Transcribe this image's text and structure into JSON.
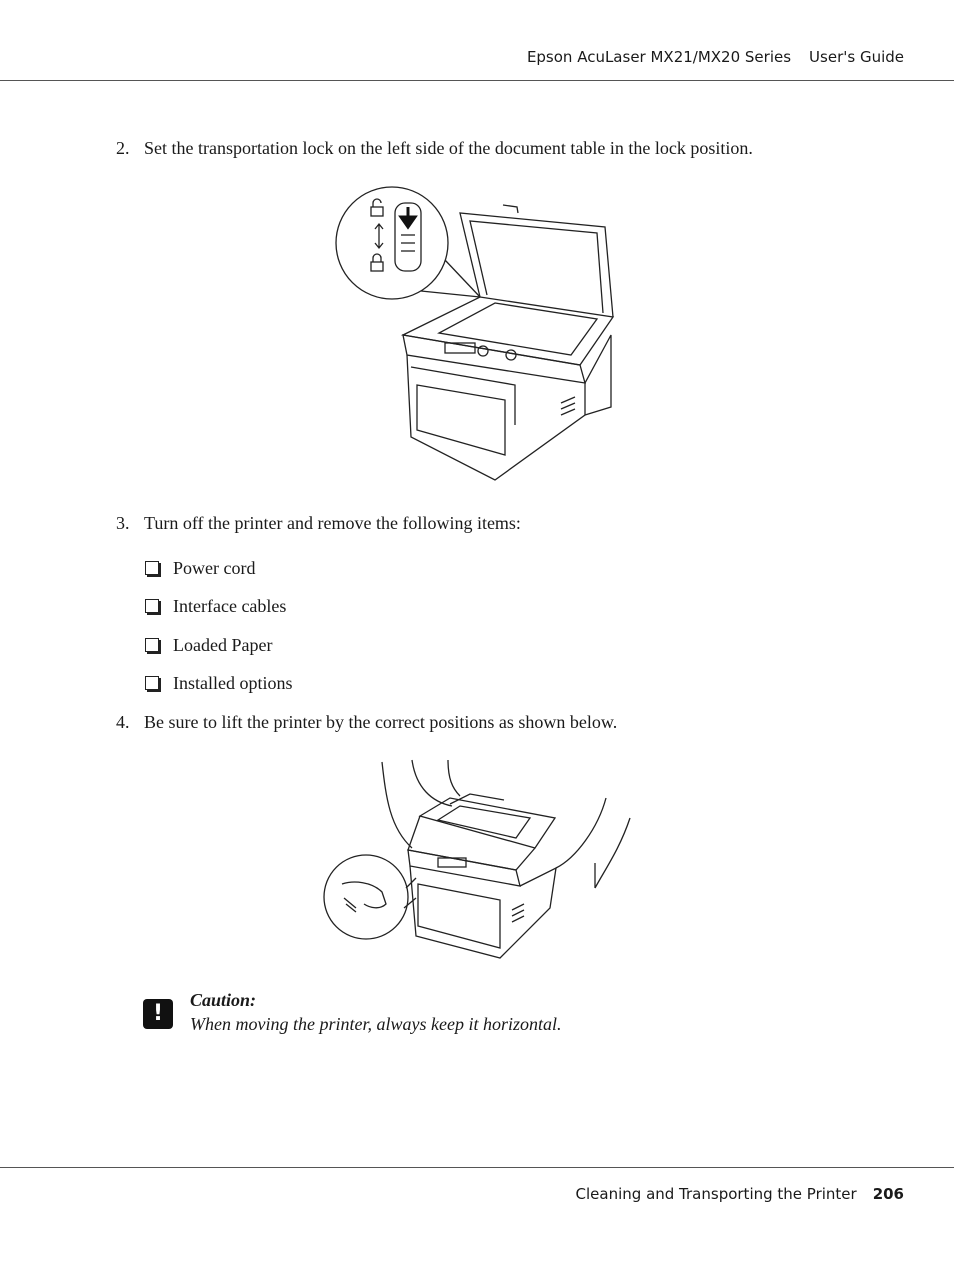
{
  "header": {
    "title": "Epson AcuLaser MX21/MX20 Series",
    "guide": "User's Guide"
  },
  "steps": [
    {
      "num": "2.",
      "text": "Set the transportation lock on the left side of the document table in the lock position."
    },
    {
      "num": "3.",
      "text": "Turn off the printer and remove the following items:"
    },
    {
      "num": "4.",
      "text": "Be sure to lift the printer by the correct positions as shown below."
    }
  ],
  "items": [
    "Power cord",
    "Interface cables",
    "Loaded Paper",
    "Installed options"
  ],
  "caution": {
    "icon": "exclamation-icon",
    "glyph": "!",
    "title": "Caution:",
    "text": "When moving the printer, always keep it horizontal."
  },
  "footer": {
    "section": "Cleaning and Transporting the Printer",
    "page": "206"
  }
}
